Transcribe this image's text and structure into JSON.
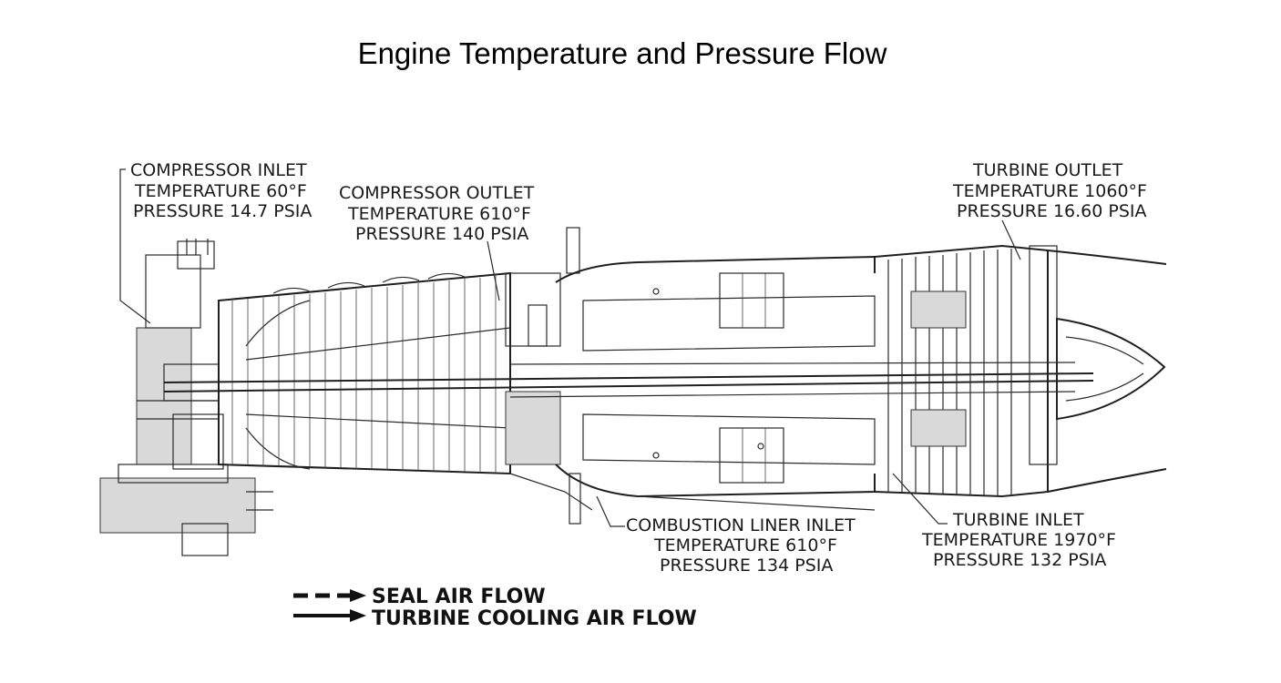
{
  "title": "Engine Temperature and Pressure Flow",
  "labels": {
    "compressor_inlet": {
      "name": "COMPRESSOR INLET",
      "temperature": "TEMPERATURE 60°F",
      "pressure": "PRESSURE 14.7 PSIA"
    },
    "compressor_outlet": {
      "name": "COMPRESSOR OUTLET",
      "temperature": "TEMPERATURE 610°F",
      "pressure": "PRESSURE 140 PSIA"
    },
    "turbine_outlet": {
      "name": "TURBINE OUTLET",
      "temperature": "TEMPERATURE 1060°F",
      "pressure": "PRESSURE 16.60 PSIA"
    },
    "combustion_liner_inlet": {
      "name": "COMBUSTION LINER INLET",
      "temperature": "TEMPERATURE 610°F",
      "pressure": "PRESSURE 134 PSIA"
    },
    "turbine_inlet": {
      "name": "TURBINE INLET",
      "temperature": "TEMPERATURE 1970°F",
      "pressure": "PRESSURE 132 PSIA"
    }
  },
  "legend": {
    "seal_air_flow": "SEAL AIR FLOW",
    "turbine_cooling_air_flow": "TURBINE COOLING AIR FLOW"
  }
}
